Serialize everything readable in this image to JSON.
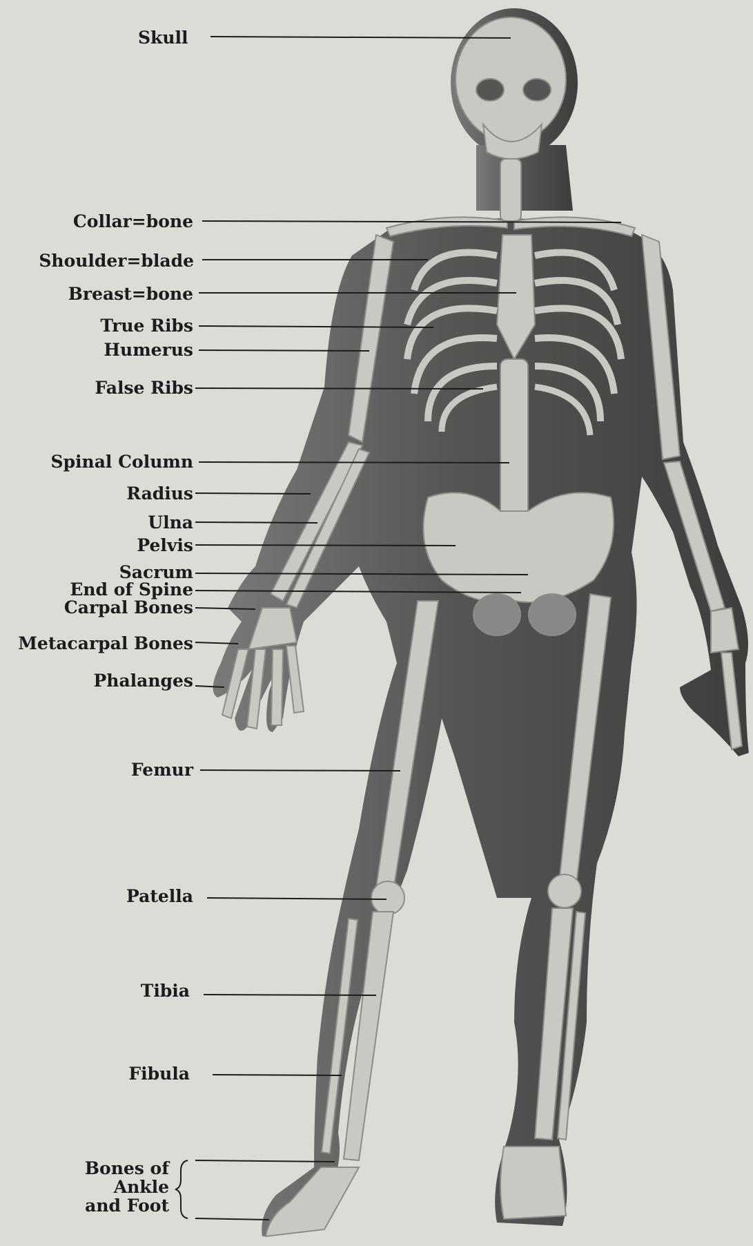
{
  "colors": {
    "background": "#dcdbd6",
    "body_shadow": "#4d4d4d",
    "bone": "#c9c8c3",
    "leader": "#1c1c1c"
  },
  "labels": [
    {
      "id": "skull",
      "text": "Skull"
    },
    {
      "id": "collar-bone",
      "text": "Collar=bone"
    },
    {
      "id": "shoulder-blade",
      "text": "Shoulder=blade"
    },
    {
      "id": "breast-bone",
      "text": "Breast=bone"
    },
    {
      "id": "true-ribs",
      "text": "True Ribs"
    },
    {
      "id": "humerus",
      "text": "Humerus"
    },
    {
      "id": "false-ribs",
      "text": "False Ribs"
    },
    {
      "id": "spinal-column",
      "text": "Spinal Column"
    },
    {
      "id": "radius",
      "text": "Radius"
    },
    {
      "id": "ulna",
      "text": "Ulna"
    },
    {
      "id": "pelvis",
      "text": "Pelvis"
    },
    {
      "id": "sacrum",
      "text": "Sacrum"
    },
    {
      "id": "end-of-spine",
      "text": "End of Spine"
    },
    {
      "id": "carpal-bones",
      "text": "Carpal Bones"
    },
    {
      "id": "metacarpal-bones",
      "text": "Metacarpal Bones"
    },
    {
      "id": "phalanges",
      "text": "Phalanges"
    },
    {
      "id": "femur",
      "text": "Femur"
    },
    {
      "id": "patella",
      "text": "Patella"
    },
    {
      "id": "tibia",
      "text": "Tibia"
    },
    {
      "id": "fibula",
      "text": "Fibula"
    }
  ],
  "ankle_label": {
    "line1": "Bones of",
    "line2": "Ankle",
    "line3": "and Foot"
  }
}
